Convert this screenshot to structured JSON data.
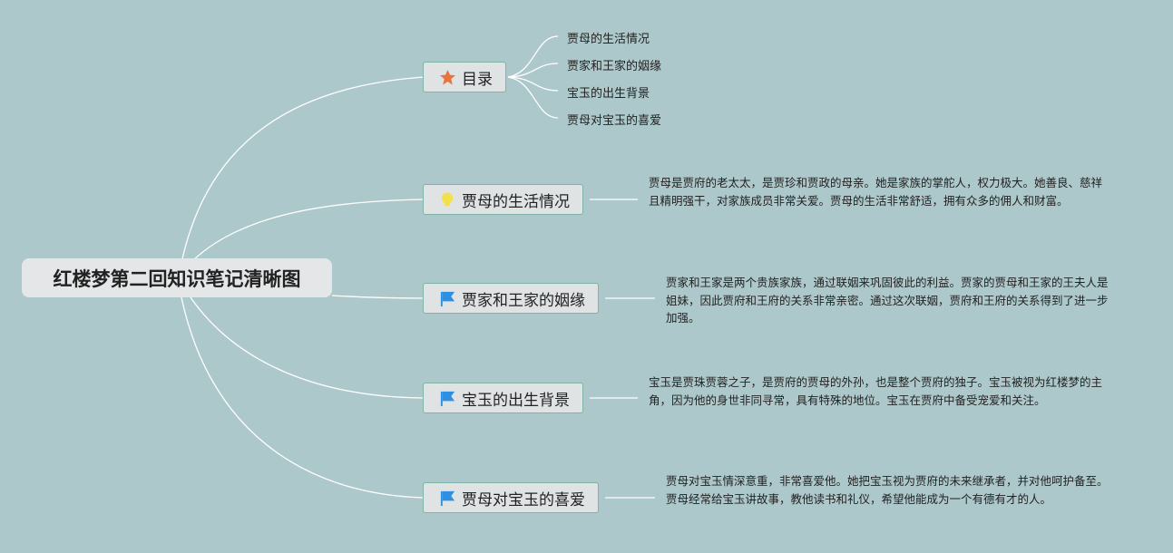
{
  "root": {
    "title": "红楼梦第二回知识笔记清晰图"
  },
  "toc": {
    "label": "目录",
    "icon": "star-icon",
    "items": [
      "贾母的生活情况",
      "贾家和王家的姻缘",
      "宝玉的出生背景",
      "贾母对宝玉的喜爱"
    ]
  },
  "topics": [
    {
      "label": "贾母的生活情况",
      "icon": "lightbulb-icon",
      "desc": "贾母是贾府的老太太，是贾珍和贾政的母亲。她是家族的掌舵人，权力极大。她善良、慈祥且精明强干，对家族成员非常关爱。贾母的生活非常舒适，拥有众多的佣人和财富。"
    },
    {
      "label": "贾家和王家的姻缘",
      "icon": "flag-icon",
      "desc": "贾家和王家是两个贵族家族，通过联姻来巩固彼此的利益。贾家的贾母和王家的王夫人是姐妹，因此贾府和王府的关系非常亲密。通过这次联姻，贾府和王府的关系得到了进一步加强。"
    },
    {
      "label": "宝玉的出生背景",
      "icon": "flag-icon",
      "desc": "宝玉是贾珠贾蓉之子，是贾府的贾母的外孙，也是整个贾府的独子。宝玉被视为红楼梦的主角，因为他的身世非同寻常，具有特殊的地位。宝玉在贾府中备受宠爱和关注。"
    },
    {
      "label": "贾母对宝玉的喜爱",
      "icon": "flag-icon",
      "desc": "贾母对宝玉情深意重，非常喜爱他。她把宝玉视为贾府的未来继承者，并对他呵护备至。贾母经常给宝玉讲故事，教他读书和礼仪，希望他能成为一个有德有才的人。"
    }
  ],
  "colors": {
    "background": "#adc8cb",
    "line": "#ffffff",
    "topic_border": "#7fb3a4",
    "star": "#e8743b",
    "bulb": "#f4e04d",
    "flag": "#2f8fe0"
  }
}
